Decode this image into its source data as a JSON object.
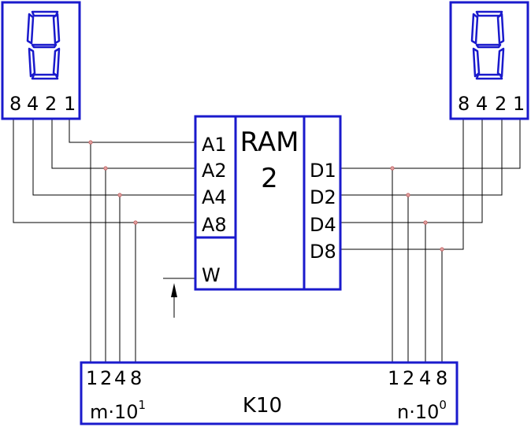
{
  "displays": {
    "left": {
      "weights": [
        "8",
        "4",
        "2",
        "1"
      ]
    },
    "right": {
      "weights": [
        "8",
        "4",
        "2",
        "1"
      ]
    }
  },
  "ram": {
    "title": "RAM",
    "number": "2",
    "address_pins": [
      "A1",
      "A2",
      "A4",
      "A8"
    ],
    "write_pin": "W",
    "data_pins": [
      "D1",
      "D2",
      "D4",
      "D8"
    ]
  },
  "counter": {
    "name": "K10",
    "left_weights": [
      "1",
      "2",
      "4",
      "8"
    ],
    "right_weights": [
      "1",
      "2",
      "4",
      "8"
    ],
    "left_label": {
      "base": "m·10",
      "exponent": "1"
    },
    "right_label": {
      "base": "n·10",
      "exponent": "0"
    }
  },
  "colors": {
    "component_outline": "#1a1acc",
    "wire": "#000000",
    "junction": "#e0a0a0"
  },
  "icons": {
    "write_strobe": "up-arrow-icon",
    "digit_display": "seven-segment-icon"
  }
}
